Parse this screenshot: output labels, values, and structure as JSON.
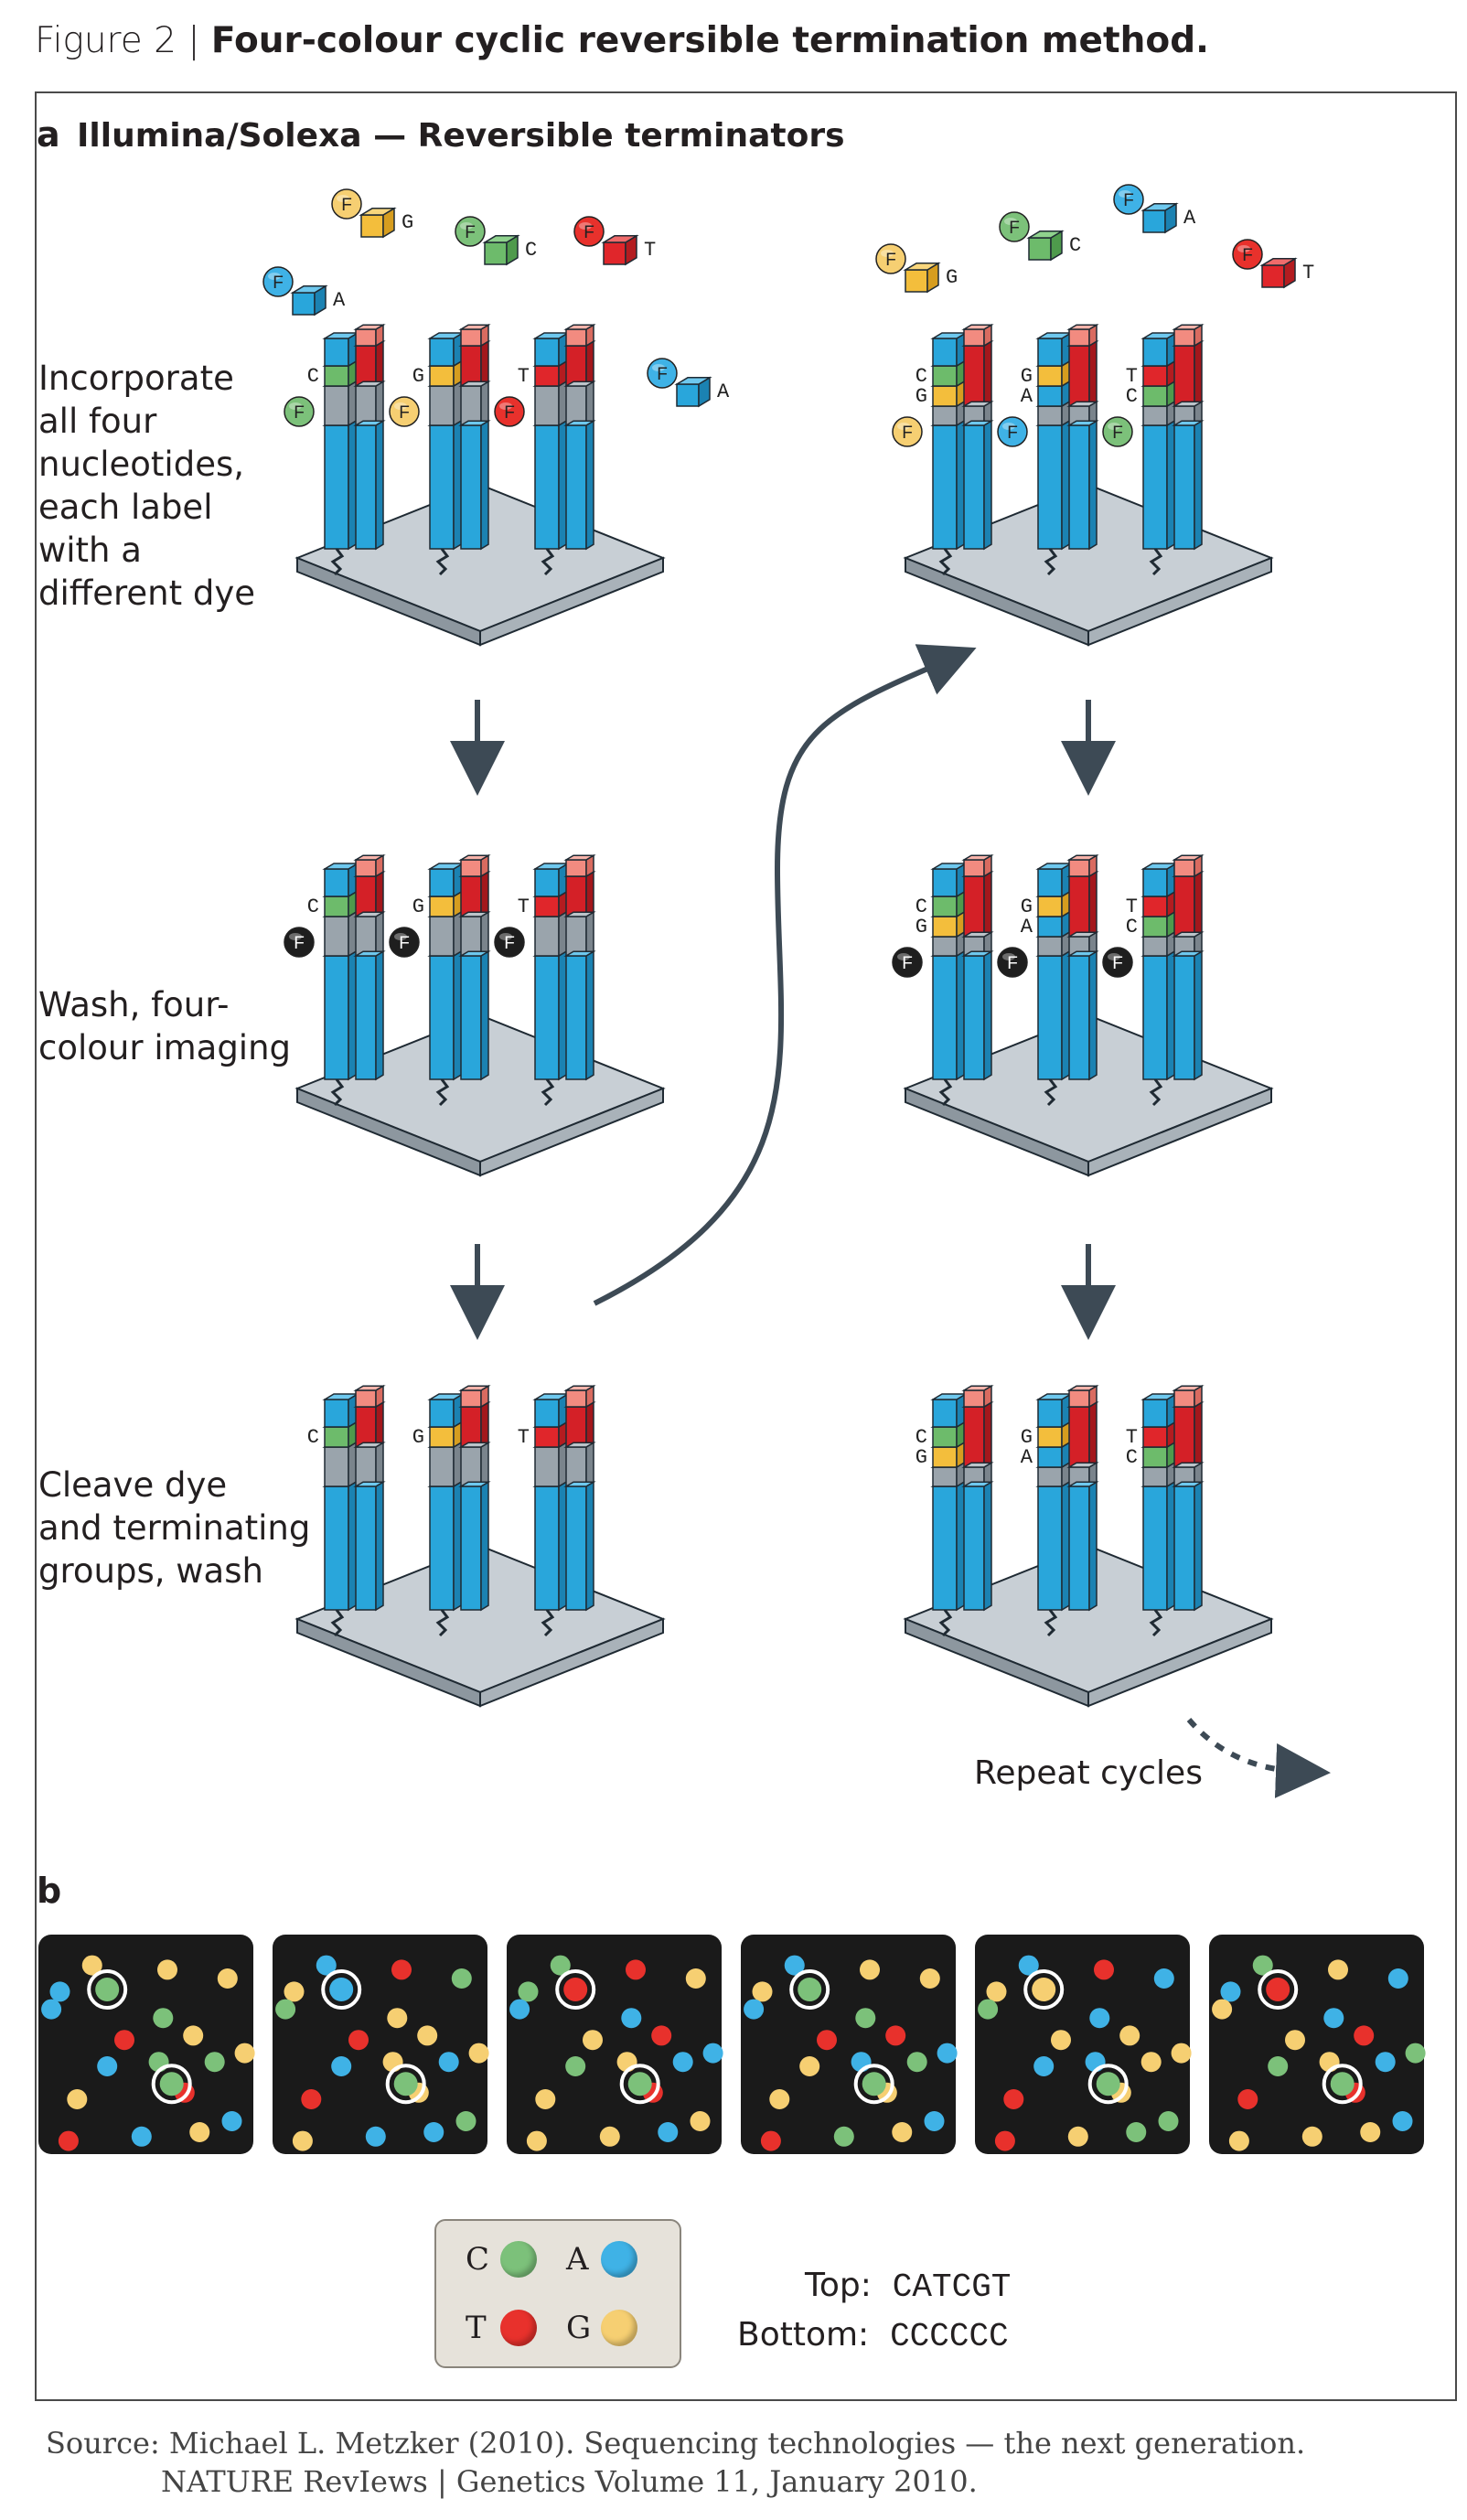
{
  "figure": {
    "prefix": "Figure 2 |",
    "title": "Four-colour cyclic reversible termination method."
  },
  "panel_a": {
    "label": "a",
    "subtitle": "Illumina/Solexa — Reversible terminators",
    "steps": [
      {
        "text_lines": [
          "Incorporate",
          "all four",
          "nucleotides,",
          "each label",
          "with a",
          "different dye"
        ]
      },
      {
        "text_lines": [
          "Wash, four-",
          "colour imaging"
        ]
      },
      {
        "text_lines": [
          "Cleave dye",
          "and terminating",
          "groups, wash"
        ]
      }
    ],
    "dye_label": "F",
    "free_nucleotides_left": [
      "G",
      "C",
      "T",
      "A",
      "A"
    ],
    "free_nucleotides_right": [
      "G",
      "C",
      "A",
      "T"
    ],
    "cycle1_bases": [
      "C",
      "G",
      "T"
    ],
    "cycle2_bases": [
      [
        "C",
        "G"
      ],
      [
        "G",
        "A"
      ],
      [
        "T",
        "C"
      ]
    ],
    "repeat_label": "Repeat cycles"
  },
  "panel_b": {
    "label": "b",
    "legend": [
      {
        "base": "C",
        "color": "#7cc17a"
      },
      {
        "base": "A",
        "color": "#3fb2e6"
      },
      {
        "base": "T",
        "color": "#e8312c"
      },
      {
        "base": "G",
        "color": "#f6cf72"
      }
    ],
    "top_label": "Top:",
    "top_seq": "CATCGT",
    "bottom_label": "Bottom:",
    "bottom_seq": "CCCCCC"
  },
  "source": {
    "line1": "Source: Michael L. Metzker (2010). Sequencing technologies — the next generation.",
    "line2": "NATURE RevIews | Genetics Volume 11, January 2010."
  }
}
